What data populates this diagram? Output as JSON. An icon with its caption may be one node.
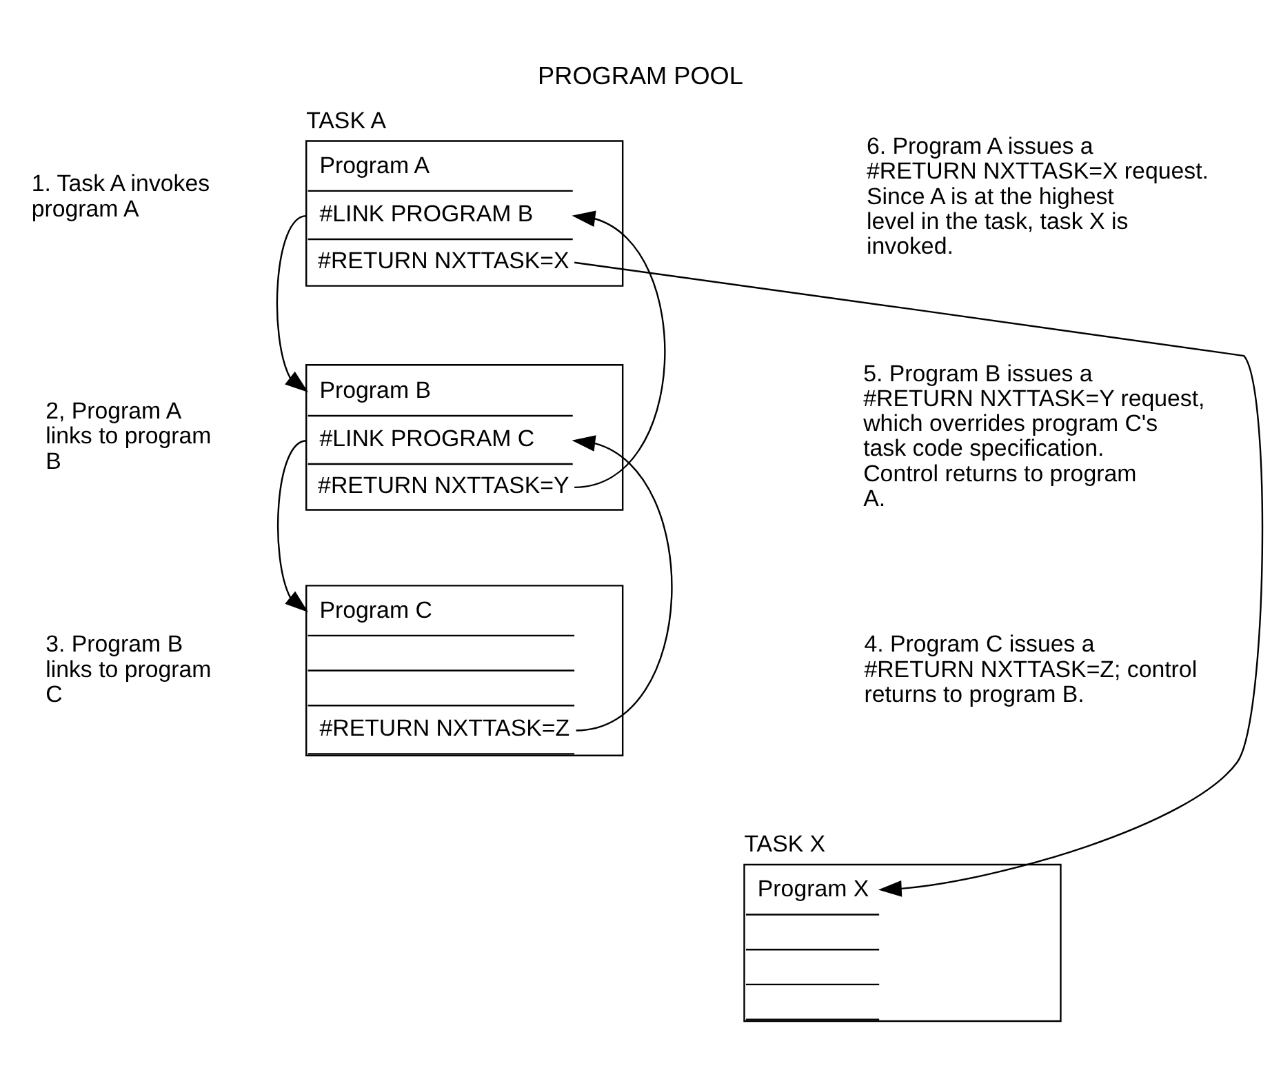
{
  "diagram": {
    "title": "PROGRAM POOL",
    "nodes": [
      {
        "text": [
          "Program A",
          "#LINK PROGRAM B",
          "#RETURN NXTTASK=X"
        ],
        "beside": [
          "TASK A"
        ]
      },
      {
        "text": [
          "Program B",
          "#LINK PROGRAM C",
          "#RETURN NXTTASK=Y"
        ]
      },
      {
        "text": [
          "Program C",
          "#RETURN NXTTASK=Z"
        ]
      },
      {
        "text": [
          "Program X"
        ],
        "beside": [
          "TASK X"
        ]
      }
    ],
    "edges": [
      {
        "from": 0,
        "to": 1,
        "arrow": "to"
      },
      {
        "from": 1,
        "to": 2,
        "arrow": "to"
      },
      {
        "from": 2,
        "to": 1,
        "arrow": "to"
      },
      {
        "from": 1,
        "to": 0,
        "arrow": "to"
      },
      {
        "from": 0,
        "to": 3,
        "arrow": "to"
      }
    ],
    "labels": [
      "1. Task A invokes program A",
      "6. Program A issues a #RETURN NXTTASK=X request. Since A is at the highest level in the task, task X is invoked.",
      "2, Program A links to program B",
      "5. Program B issues a #RETURN NXTTASK=Y request, which overrides program C's task code specification. Control returns to program A.",
      "3. Program B links to program C",
      "4. Program C issues a #RETURN NXTTASK=Z; control returns to program B."
    ]
  }
}
